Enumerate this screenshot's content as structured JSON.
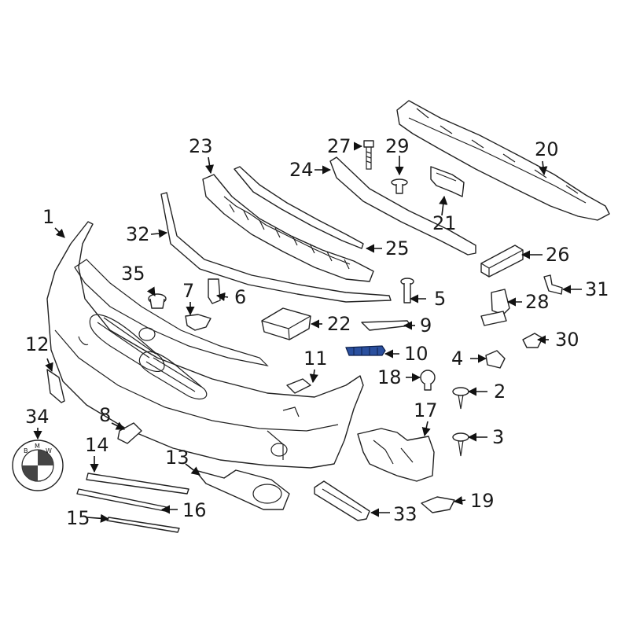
{
  "callouts": [
    {
      "id": "1",
      "label": "1"
    },
    {
      "id": "2",
      "label": "2"
    },
    {
      "id": "3",
      "label": "3"
    },
    {
      "id": "4",
      "label": "4"
    },
    {
      "id": "5",
      "label": "5"
    },
    {
      "id": "6",
      "label": "6"
    },
    {
      "id": "7",
      "label": "7"
    },
    {
      "id": "8",
      "label": "8"
    },
    {
      "id": "9",
      "label": "9"
    },
    {
      "id": "10",
      "label": "10"
    },
    {
      "id": "11",
      "label": "11"
    },
    {
      "id": "12",
      "label": "12"
    },
    {
      "id": "13",
      "label": "13"
    },
    {
      "id": "14",
      "label": "14"
    },
    {
      "id": "15",
      "label": "15"
    },
    {
      "id": "16",
      "label": "16"
    },
    {
      "id": "17",
      "label": "17"
    },
    {
      "id": "18",
      "label": "18"
    },
    {
      "id": "19",
      "label": "19"
    },
    {
      "id": "20",
      "label": "20"
    },
    {
      "id": "21",
      "label": "21"
    },
    {
      "id": "22",
      "label": "22"
    },
    {
      "id": "23",
      "label": "23"
    },
    {
      "id": "24",
      "label": "24"
    },
    {
      "id": "25",
      "label": "25"
    },
    {
      "id": "26",
      "label": "26"
    },
    {
      "id": "27",
      "label": "27"
    },
    {
      "id": "28",
      "label": "28"
    },
    {
      "id": "29",
      "label": "29"
    },
    {
      "id": "30",
      "label": "30"
    },
    {
      "id": "31",
      "label": "31"
    },
    {
      "id": "32",
      "label": "32"
    },
    {
      "id": "33",
      "label": "33"
    },
    {
      "id": "34",
      "label": "34"
    },
    {
      "id": "35",
      "label": "35"
    }
  ],
  "highlighted_part": "10",
  "colors": {
    "highlight": "#2a4f9e",
    "line": "#222222",
    "background": "#ffffff"
  },
  "badge": {
    "letters": [
      "B",
      "M",
      "W"
    ]
  }
}
